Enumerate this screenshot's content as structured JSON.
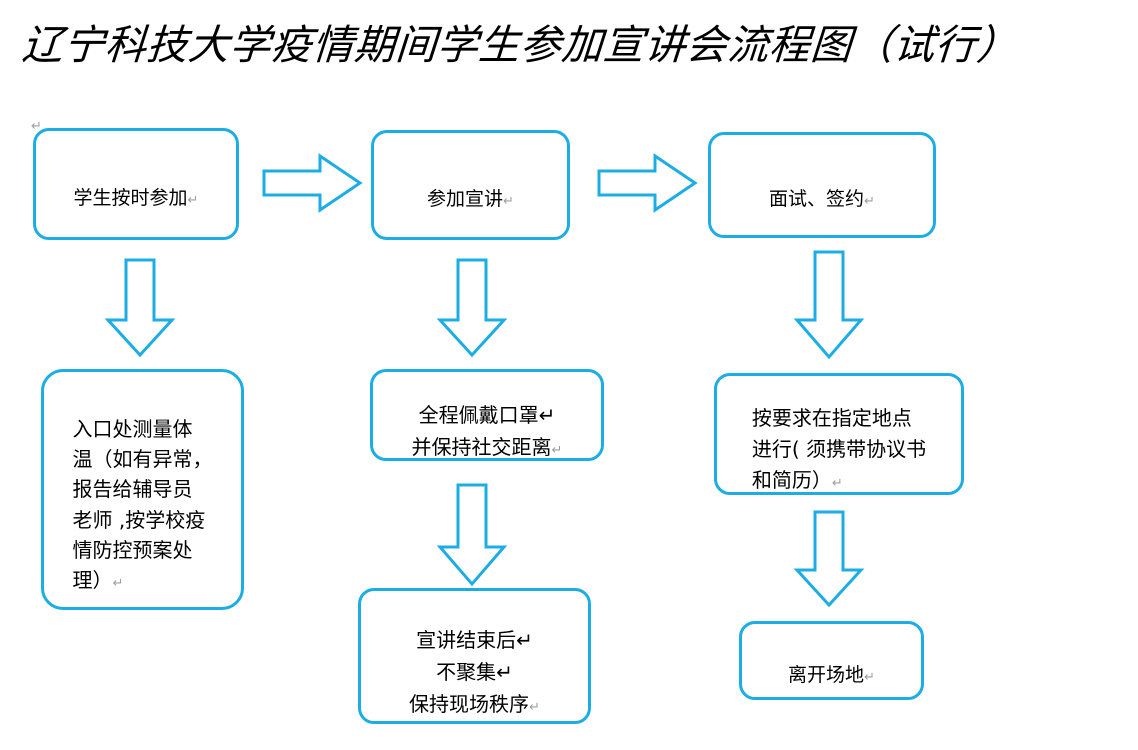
{
  "page": {
    "title": "辽宁科技大学疫情期间学生参加宣讲会流程图（试行）",
    "accent_color": "#1CADE4",
    "background_color": "#FFFFFF",
    "text_color": "#000000",
    "pilcrow": "↵",
    "stray_paragraph_mark": "↵"
  },
  "nodes": {
    "student_attend": {
      "label": "学生按时参加",
      "mark": "↵"
    },
    "attend_session": {
      "label": "参加宣讲",
      "mark": "↵"
    },
    "interview_sign": {
      "label": "面试、签约",
      "mark": "↵"
    },
    "temperature_check": {
      "label": "入口处测量体\n温（如有异常，\n报告给辅导员\n老师 ,按学校疫\n情防控预案处\n理）",
      "mark": "↵"
    },
    "wear_mask": {
      "label": "全程佩戴口罩↵\n并保持社交距离",
      "mark": "↵"
    },
    "after_session": {
      "label": "宣讲结束后↵\n不聚集↵\n保持现场秩序",
      "mark": "↵"
    },
    "designated_place": {
      "label": "按要求在指定地点\n进行( 须携带协议书\n和简历）",
      "mark": "↵"
    },
    "leave_venue": {
      "label": "离开场地",
      "mark": "↵"
    }
  },
  "arrows": {
    "a1": {
      "name": "arrow-right-1",
      "direction": "right"
    },
    "a2": {
      "name": "arrow-right-2",
      "direction": "right"
    },
    "a3": {
      "name": "arrow-down-1",
      "direction": "down"
    },
    "a4": {
      "name": "arrow-down-2",
      "direction": "down"
    },
    "a5": {
      "name": "arrow-down-3",
      "direction": "down"
    },
    "a6": {
      "name": "arrow-down-4",
      "direction": "down"
    },
    "a7": {
      "name": "arrow-down-5",
      "direction": "down"
    }
  },
  "chart_data": {
    "type": "diagram",
    "title": "辽宁科技大学疫情期间学生参加宣讲会流程图（试行）",
    "diagram_kind": "flowchart",
    "nodes": [
      {
        "id": "student_attend",
        "text": "学生按时参加",
        "col": 1,
        "row": 1
      },
      {
        "id": "attend_session",
        "text": "参加宣讲",
        "col": 2,
        "row": 1
      },
      {
        "id": "interview_sign",
        "text": "面试、签约",
        "col": 3,
        "row": 1
      },
      {
        "id": "temperature_check",
        "text": "入口处测量体温（如有异常，报告给辅导员老师 ,按学校疫情防控预案处理）",
        "col": 1,
        "row": 2
      },
      {
        "id": "wear_mask",
        "text": "全程佩戴口罩并保持社交距离",
        "col": 2,
        "row": 2
      },
      {
        "id": "designated_place",
        "text": "按要求在指定地点进行( 须携带协议书和简历）",
        "col": 3,
        "row": 2
      },
      {
        "id": "after_session",
        "text": "宣讲结束后不聚集保持现场秩序",
        "col": 2,
        "row": 3
      },
      {
        "id": "leave_venue",
        "text": "离开场地",
        "col": 3,
        "row": 3
      }
    ],
    "edges": [
      {
        "from": "student_attend",
        "to": "attend_session",
        "direction": "right"
      },
      {
        "from": "attend_session",
        "to": "interview_sign",
        "direction": "right"
      },
      {
        "from": "student_attend",
        "to": "temperature_check",
        "direction": "down"
      },
      {
        "from": "attend_session",
        "to": "wear_mask",
        "direction": "down"
      },
      {
        "from": "interview_sign",
        "to": "designated_place",
        "direction": "down"
      },
      {
        "from": "wear_mask",
        "to": "after_session",
        "direction": "down"
      },
      {
        "from": "designated_place",
        "to": "leave_venue",
        "direction": "down"
      }
    ],
    "legend": [],
    "accent_color": "#1CADE4"
  }
}
